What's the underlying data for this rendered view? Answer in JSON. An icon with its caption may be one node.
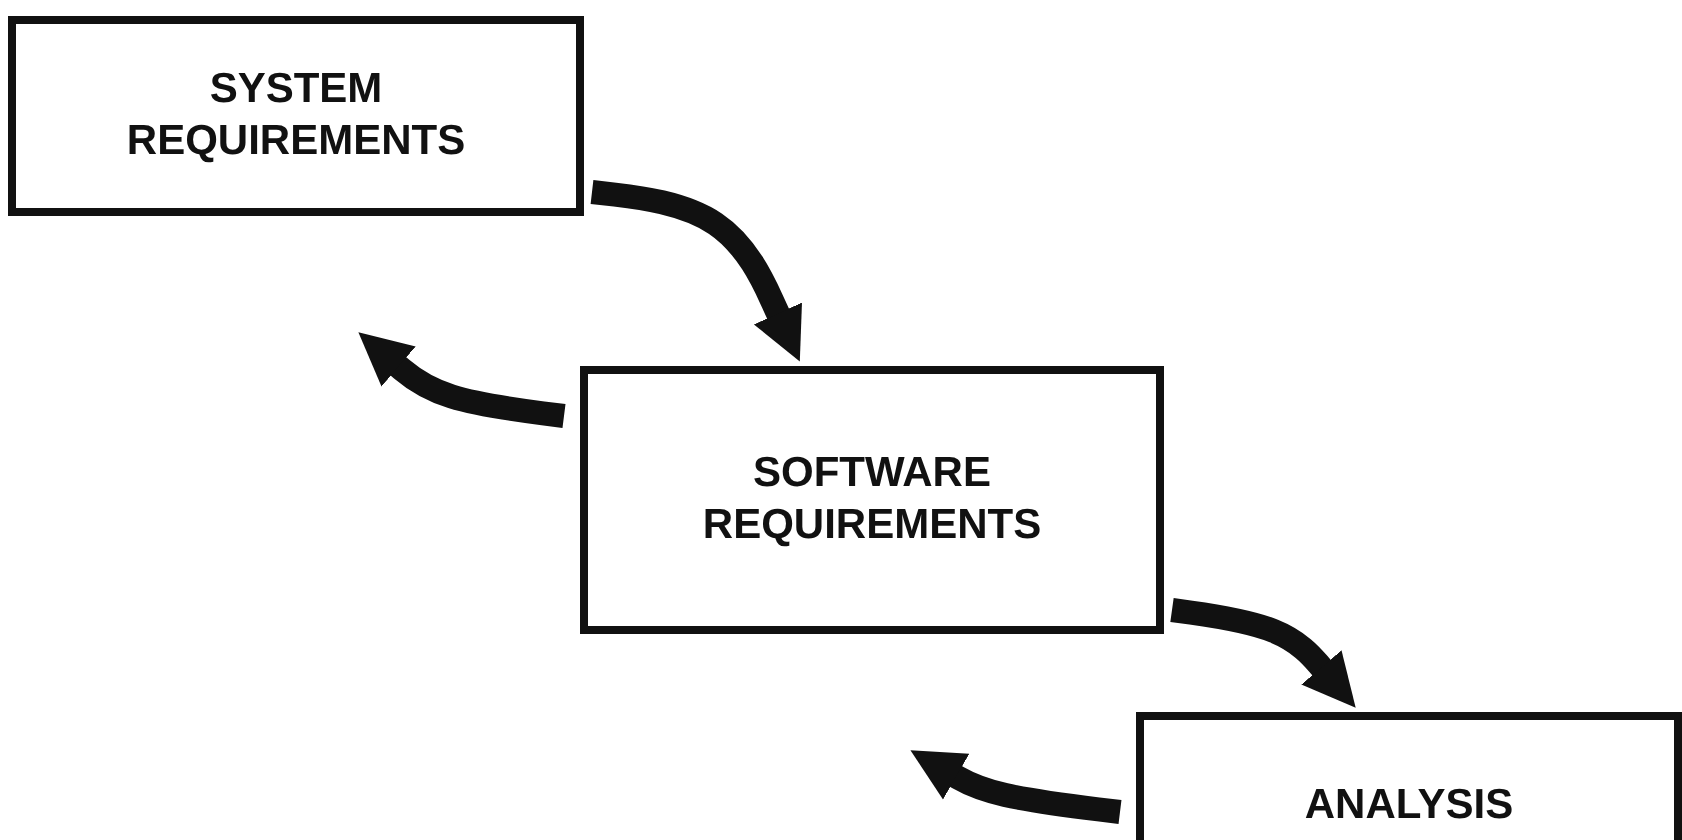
{
  "diagram": {
    "nodes": [
      {
        "text": [
          "SYSTEM REQUIREMENTS"
        ]
      },
      {
        "text": [
          "SOFTWARE REQUIREMENTS"
        ]
      },
      {
        "text": [
          "ANALYSIS"
        ]
      }
    ],
    "edges": [
      {
        "from": 0,
        "to": 1,
        "arrow": "to"
      },
      {
        "from": 1,
        "to": 0,
        "arrow": "to"
      },
      {
        "from": 1,
        "to": 2,
        "arrow": "to"
      },
      {
        "from": 2,
        "to": 1,
        "arrow": "to"
      }
    ]
  }
}
